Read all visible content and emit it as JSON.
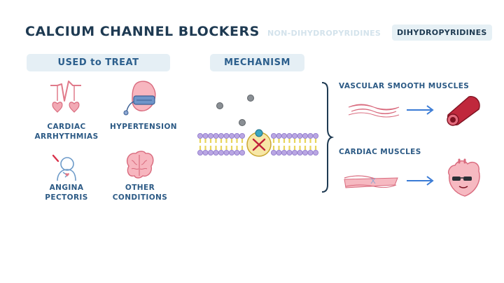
{
  "header": {
    "title": "CALCIUM CHANNEL BLOCKERS",
    "tabs": [
      {
        "label": "NON-DIHYDROPYRIDINES",
        "active": false
      },
      {
        "label": "DIHYDROPYRIDINES",
        "active": true
      }
    ]
  },
  "used_to_treat": {
    "heading": "USED to TREAT",
    "conditions": [
      {
        "line1": "CARDIAC",
        "line2": "ARRHYTHMIAS",
        "icon": "heart-rhythm-icon"
      },
      {
        "line1": "HYPERTENSION",
        "line2": "",
        "icon": "blood-pressure-cuff-icon"
      },
      {
        "line1": "ANGINA",
        "line2": "PECTORIS",
        "icon": "chest-pain-icon"
      },
      {
        "line1": "OTHER",
        "line2": "CONDITIONS",
        "icon": "brain-icon"
      }
    ]
  },
  "mechanism": {
    "heading": "MECHANISM",
    "targets": [
      {
        "label": "VASCULAR SMOOTH MUSCLES",
        "icon": "blood-vessel-icon"
      },
      {
        "label": "CARDIAC MUSCLES",
        "icon": "relaxed-heart-icon"
      }
    ]
  },
  "colors": {
    "title": "#1e3a52",
    "accent_blue": "#2c5f8d",
    "pill_background": "#e5eff5",
    "muscle_pink": "#f2a9b4",
    "arrow_blue": "#3a7bd5",
    "membrane_purple": "#b9a6e3",
    "membrane_yellow": "#e8d55a"
  }
}
